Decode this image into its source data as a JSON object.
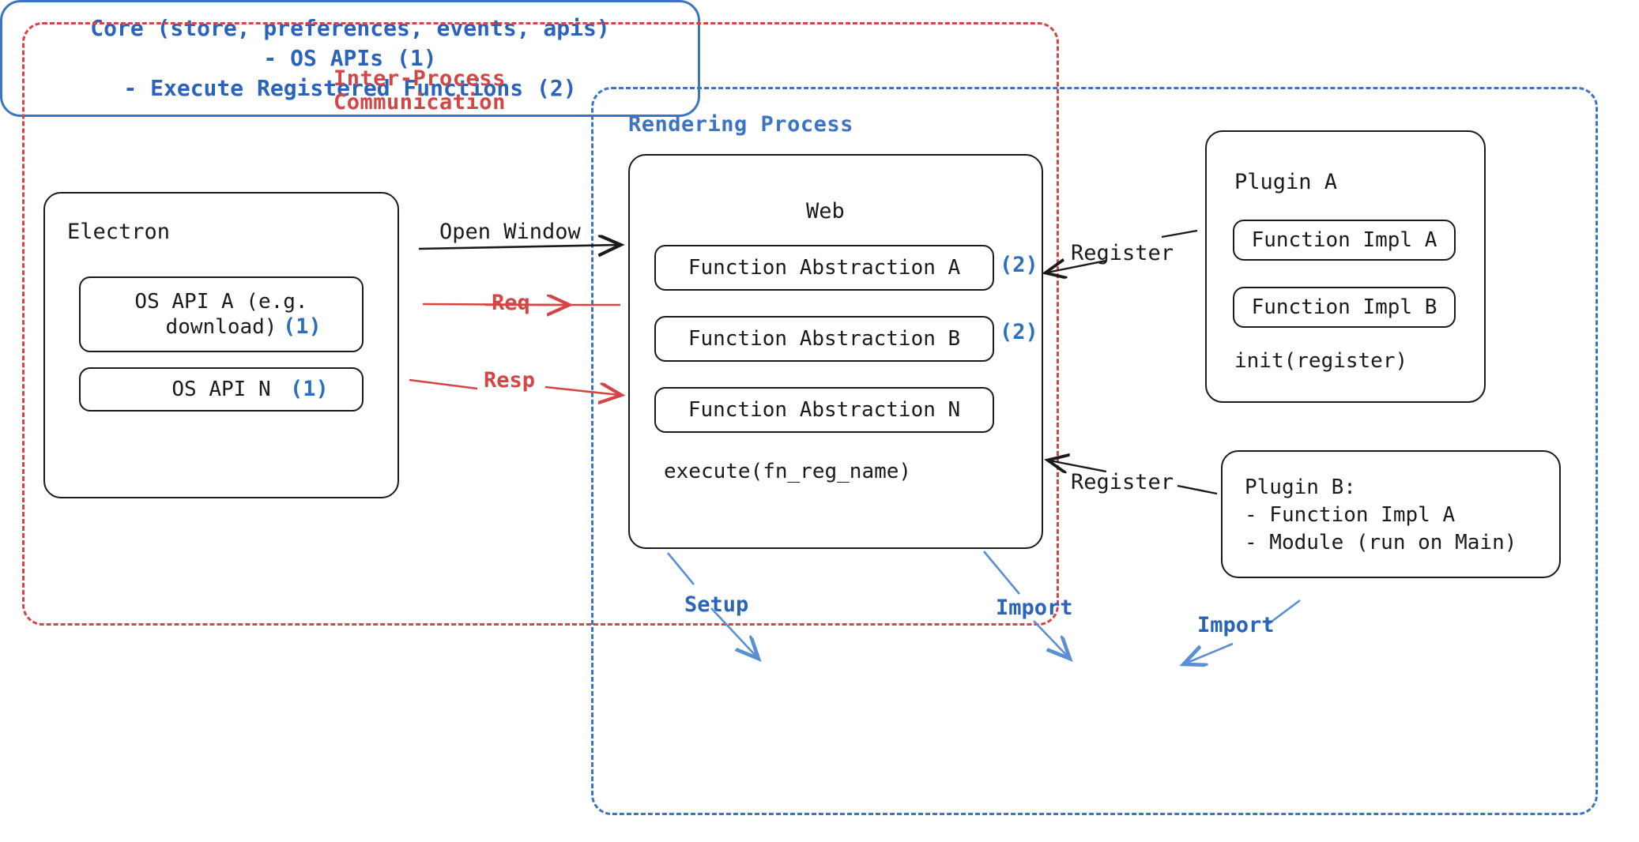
{
  "diagram": {
    "regions": {
      "ipc": {
        "title": "Inter-Process\nCommunication",
        "color": "#d64545"
      },
      "rendering": {
        "title": "Rendering Process",
        "color": "#3a74c4"
      }
    },
    "electron": {
      "title": "Electron",
      "items": [
        {
          "label": "OS API A (e.g.\ndownload)",
          "marker": "(1)"
        },
        {
          "label": "OS API N",
          "marker": "(1)"
        }
      ]
    },
    "web": {
      "title": "Web",
      "abstractions": [
        {
          "label": "Function Abstraction A",
          "marker": "(2)"
        },
        {
          "label": "Function Abstraction B",
          "marker": "(2)"
        },
        {
          "label": "Function Abstraction N",
          "marker": ""
        }
      ],
      "method": "execute(fn_reg_name)"
    },
    "plugin_a": {
      "title": "Plugin A",
      "items": [
        "Function Impl A",
        "Function Impl B"
      ],
      "method": "init(register)"
    },
    "plugin_b": {
      "text": "Plugin B:\n- Function Impl A\n- Module (run on Main)"
    },
    "core": {
      "text": "Core (store, preferences, events, apis)\n- OS APIs (1)\n- Execute Registered Functions (2)",
      "color": "#2a63bb"
    },
    "arrows": {
      "open_window": "Open Window",
      "req": "Req",
      "resp": "Resp",
      "register_plugin_a": "Register",
      "register_plugin_b": "Register",
      "setup": "Setup",
      "import_web": "Import",
      "import_plugin_b": "Import"
    }
  }
}
